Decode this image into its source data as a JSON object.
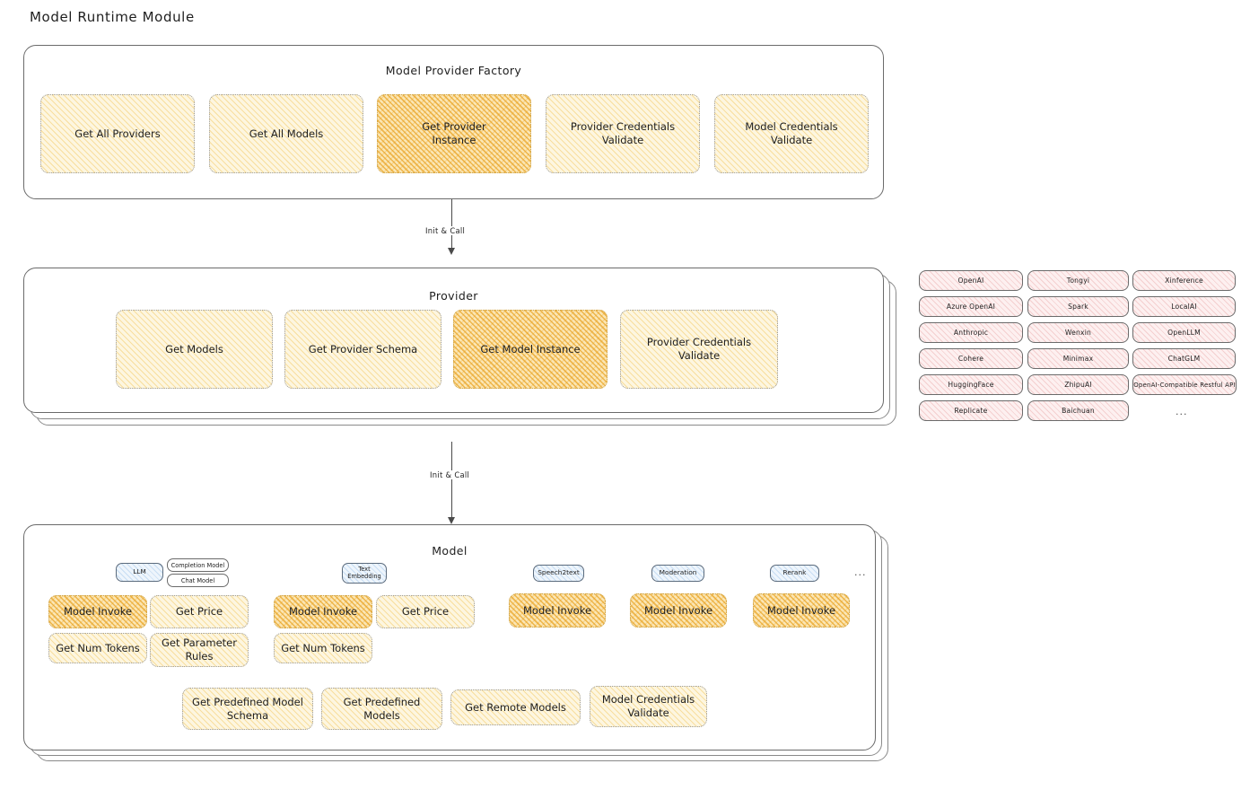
{
  "page": {
    "title": "Model Runtime Module"
  },
  "factory": {
    "title": "Model Provider Factory",
    "items": [
      {
        "label": "Get All Providers",
        "highlight": false
      },
      {
        "label": "Get All Models",
        "highlight": false
      },
      {
        "label": "Get Provider\nInstance",
        "highlight": true
      },
      {
        "label": "Provider Credentials\nValidate",
        "highlight": false
      },
      {
        "label": "Model Credentials\nValidate",
        "highlight": false
      }
    ]
  },
  "arrows": [
    {
      "label": "Init & Call"
    },
    {
      "label": "Init & Call"
    }
  ],
  "provider": {
    "title": "Provider",
    "stack_layers": 3,
    "items": [
      {
        "label": "Get Models",
        "highlight": false
      },
      {
        "label": "Get Provider Schema",
        "highlight": false
      },
      {
        "label": "Get Model Instance",
        "highlight": true
      },
      {
        "label": "Provider Credentials\nValidate",
        "highlight": false
      }
    ]
  },
  "provider_list": {
    "ellipsis": "...",
    "columns": [
      {
        "chips": [
          "OpenAI",
          "Azure OpenAI",
          "Anthropic",
          "Cohere",
          "HuggingFace",
          "Replicate"
        ]
      },
      {
        "chips": [
          "Tongyi",
          "Spark",
          "Wenxin",
          "Minimax",
          "ZhipuAI",
          "Baichuan"
        ]
      },
      {
        "chips": [
          "Xinference",
          "LocalAI",
          "OpenLLM",
          "ChatGLM",
          "OpenAI-Compatible Restful API"
        ]
      }
    ]
  },
  "model": {
    "title": "Model",
    "stack_layers": 3,
    "ellipsis": "...",
    "types": [
      {
        "badge": "LLM",
        "sub_badges": [
          "Completion Model",
          "Chat Model"
        ],
        "ops": [
          {
            "label": "Model Invoke",
            "highlight": true
          },
          {
            "label": "Get Price",
            "highlight": false
          },
          {
            "label": "Get Num Tokens",
            "highlight": false
          },
          {
            "label": "Get Parameter\nRules",
            "highlight": false
          }
        ]
      },
      {
        "badge": "Text\nEmbedding",
        "sub_badges": [],
        "ops": [
          {
            "label": "Model Invoke",
            "highlight": true
          },
          {
            "label": "Get Price",
            "highlight": false
          },
          {
            "label": "Get Num Tokens",
            "highlight": false
          }
        ]
      },
      {
        "badge": "Speech2text",
        "sub_badges": [],
        "ops": [
          {
            "label": "Model Invoke",
            "highlight": true
          }
        ]
      },
      {
        "badge": "Moderation",
        "sub_badges": [],
        "ops": [
          {
            "label": "Model Invoke",
            "highlight": true
          }
        ]
      },
      {
        "badge": "Rerank",
        "sub_badges": [],
        "ops": [
          {
            "label": "Model Invoke",
            "highlight": true
          }
        ]
      }
    ],
    "shared_ops": [
      {
        "label": "Get Predefined Model\nSchema",
        "highlight": false
      },
      {
        "label": "Get Predefined\nModels",
        "highlight": false
      },
      {
        "label": "Get Remote Models",
        "highlight": false
      },
      {
        "label": "Model Credentials\nValidate",
        "highlight": false
      }
    ]
  },
  "colors": {
    "yellow_fill": "#fdf6e0",
    "yellow_strong_fill": "#fbe6b4",
    "pink_fill": "#fdf0f0",
    "blue_fill": "#eef5fc",
    "stroke": "#6b6b6b",
    "text": "#1e1e1e"
  }
}
